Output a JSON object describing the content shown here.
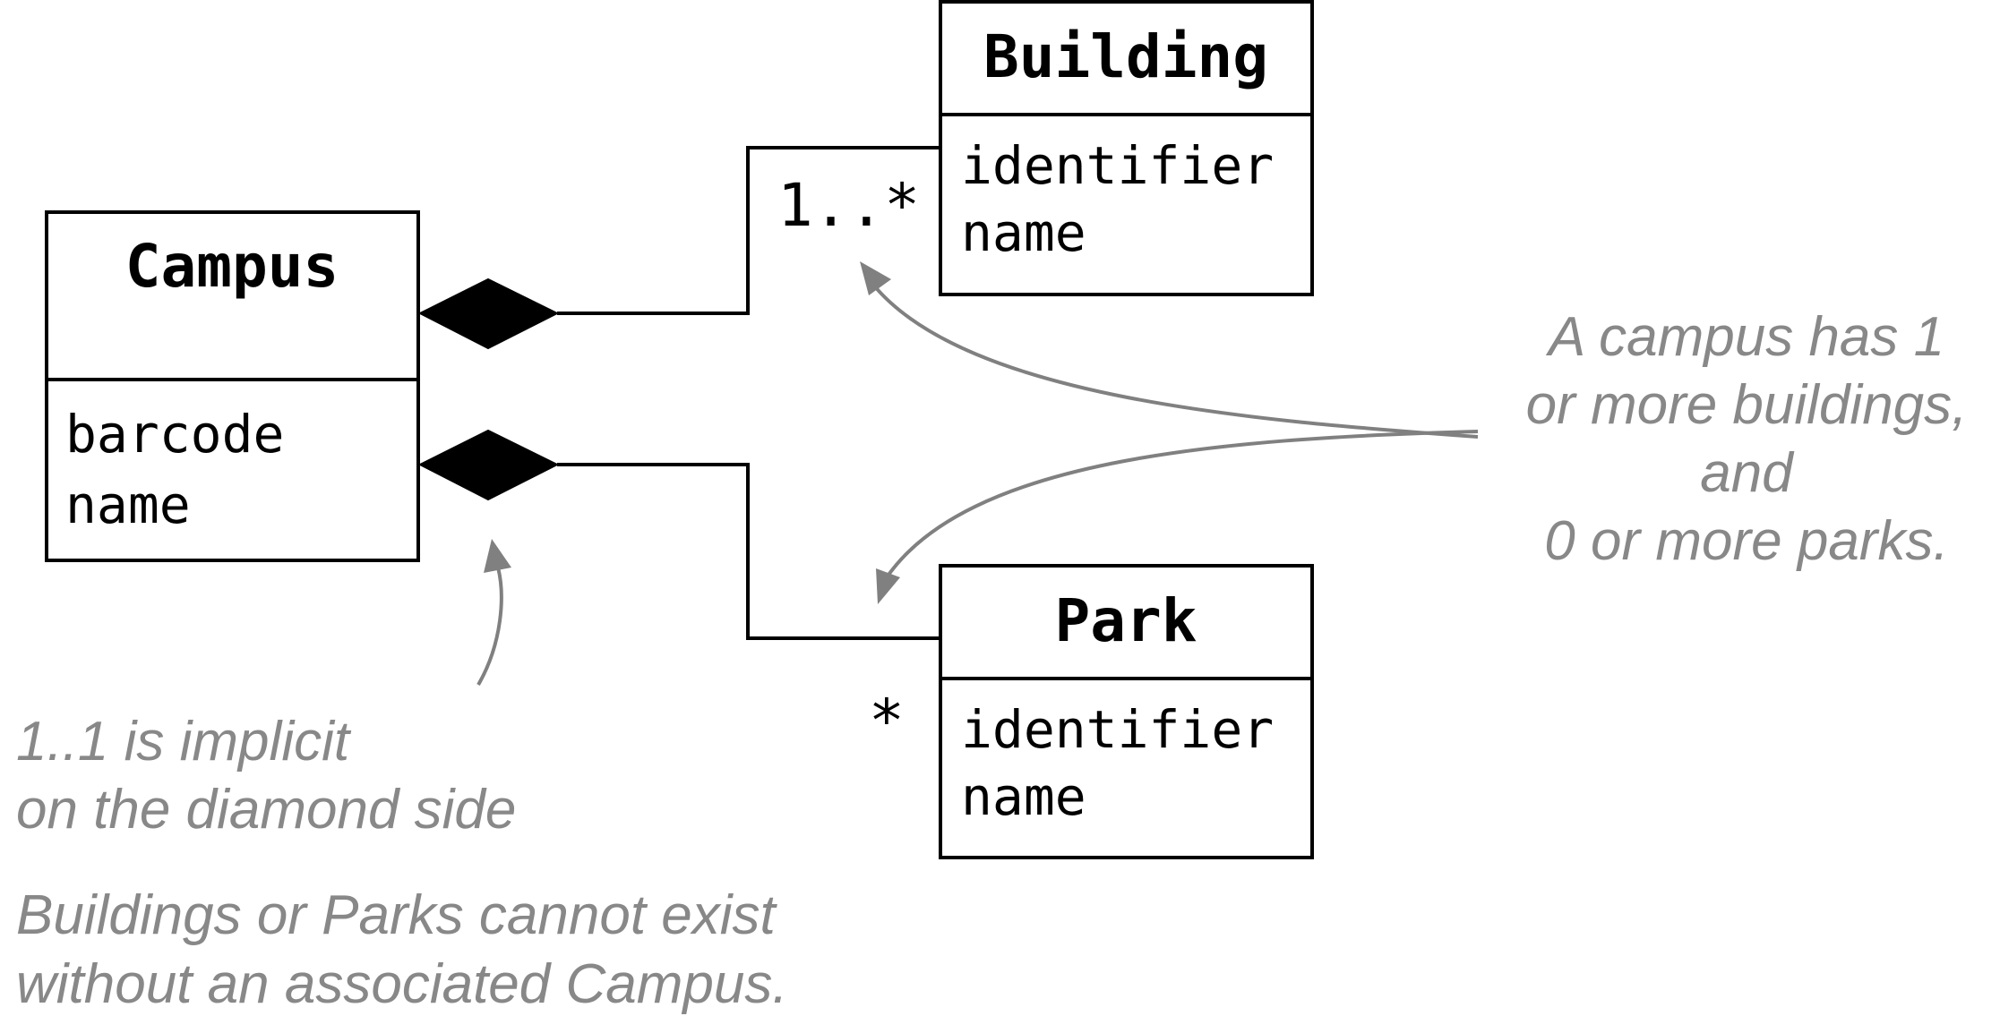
{
  "classes": {
    "campus": {
      "name": "Campus",
      "attributes": [
        "barcode",
        "name"
      ]
    },
    "building": {
      "name": "Building",
      "attributes": [
        "identifier",
        "name"
      ]
    },
    "park": {
      "name": "Park",
      "attributes": [
        "identifier",
        "name"
      ]
    }
  },
  "associations": {
    "campus_building": {
      "type": "composition",
      "multiplicity": "1..*"
    },
    "campus_park": {
      "type": "composition",
      "multiplicity": "*"
    }
  },
  "notes": {
    "multiplicity_note": [
      "A campus has 1",
      "or more buildings,",
      "and",
      "0 or more parks."
    ],
    "diamond_note": [
      "1..1 is implicit",
      "on the diamond side"
    ],
    "existence_note": [
      "Buildings or Parks cannot exist",
      "without an associated Campus."
    ]
  },
  "colors": {
    "note_text": "#888888",
    "arrow": "#808080",
    "line": "#000000"
  }
}
